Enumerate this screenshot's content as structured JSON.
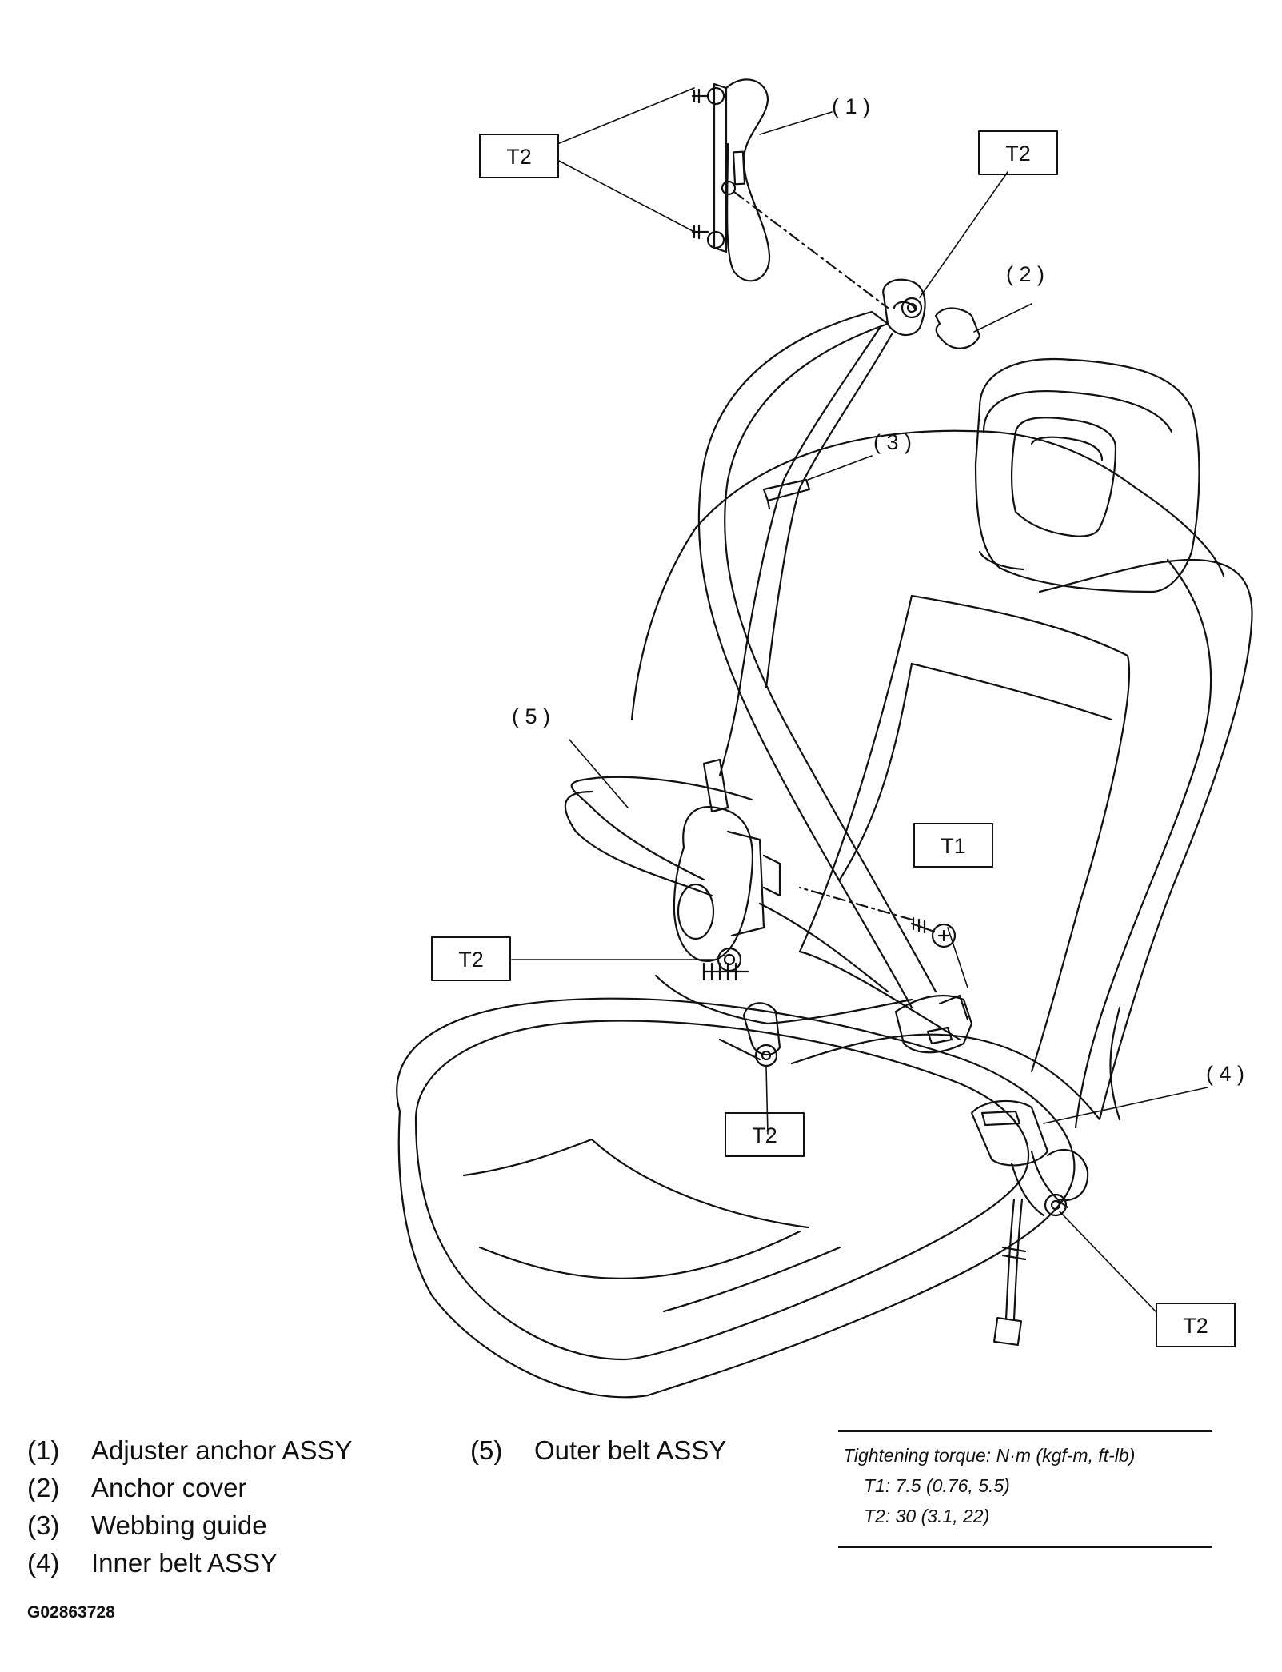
{
  "callouts": {
    "c1": "( 1 )",
    "c2": "( 2 )",
    "c3": "( 3 )",
    "c4": "( 4 )",
    "c5": "( 5 )"
  },
  "torque_boxes": {
    "top_left": "T2",
    "top_right": "T2",
    "t1": "T1",
    "left": "T2",
    "bottom_mid": "T2",
    "bottom_right": "T2"
  },
  "legend": [
    {
      "num": "(1)",
      "text": "Adjuster anchor ASSY"
    },
    {
      "num": "(2)",
      "text": "Anchor cover"
    },
    {
      "num": "(3)",
      "text": "Webbing guide"
    },
    {
      "num": "(4)",
      "text": "Inner belt ASSY"
    },
    {
      "num": "(5)",
      "text": "Outer belt ASSY"
    }
  ],
  "torque_table": {
    "heading": "Tightening torque: N·m (kgf-m, ft-lb)",
    "t1": "T1: 7.5 (0.76, 5.5)",
    "t2": "T2: 30 (3.1, 22)"
  },
  "figure_code": "G02863728"
}
